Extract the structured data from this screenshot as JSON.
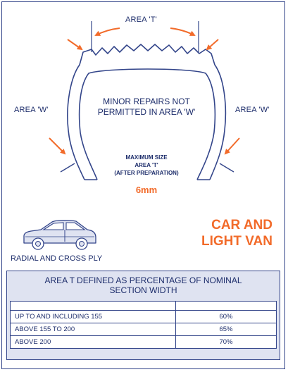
{
  "diagram": {
    "area_t_label": "AREA 'T'",
    "area_w_left_label": "AREA 'W'",
    "area_w_right_label": "AREA 'W'",
    "center_note_line1": "MINOR REPAIRS NOT",
    "center_note_line2": "PERMITTED IN AREA 'W'",
    "max_size_line1": "MAXIMUM SIZE",
    "max_size_line2": "AREA 'T'",
    "max_size_line3": "(AFTER PREPARATION)",
    "max_size_value": "6mm",
    "arrow_color": "#f26b2a",
    "line_color": "#33458a"
  },
  "vehicle": {
    "icon": "car-icon",
    "ply_label": "RADIAL AND CROSS PLY",
    "class_line1": "CAR AND",
    "class_line2": "LIGHT VAN",
    "class_color": "#f26b2a"
  },
  "table": {
    "header_line1": "AREA T DEFINED AS PERCENTAGE OF NOMINAL",
    "header_line2": "SECTION WIDTH",
    "rows": [
      {
        "range": "UP TO AND INCLUDING 155",
        "value": "60%"
      },
      {
        "range": "ABOVE 155 TO 200",
        "value": "65%"
      },
      {
        "range": "ABOVE 200",
        "value": "70%"
      }
    ]
  }
}
